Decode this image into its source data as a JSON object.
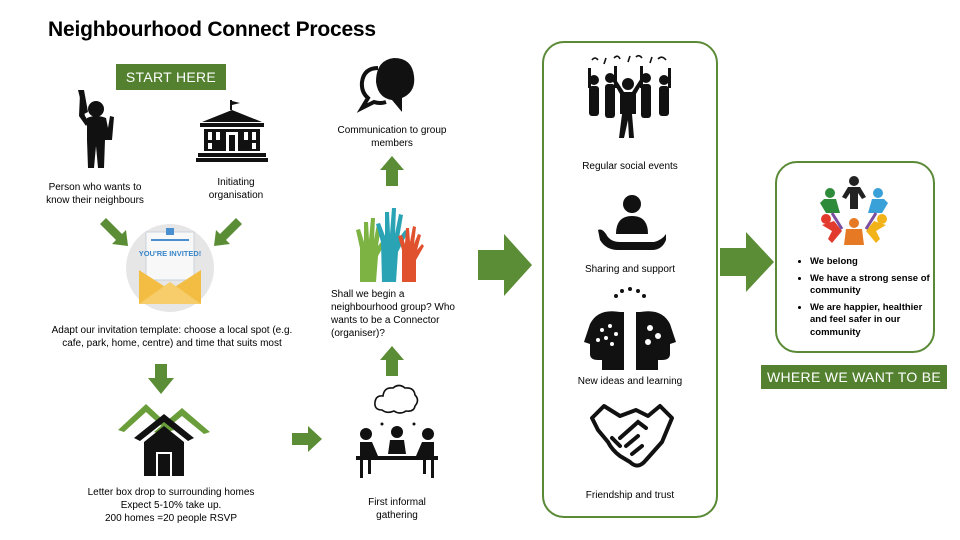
{
  "title": "Neighbourhood Connect Process",
  "start_badge": "START HERE",
  "end_badge": "WHERE WE WANT TO BE",
  "steps": {
    "person": "Person who wants to know their neighbours",
    "organisation": "Initiating organisation",
    "invite_card": "YOU'RE INVITED!",
    "adapt": "Adapt our invitation template: choose a local spot (e.g. cafe, park, home, centre) and time that suits most",
    "letterbox_1": "Letter box drop to surrounding homes",
    "letterbox_2": "Expect  5-10%  take up.",
    "letterbox_3": "200 homes =20 people RSVP",
    "gathering": "First informal gathering",
    "shall": "Shall we begin a neighbourhood group? Who wants to be a Connector (organiser)?",
    "communication": "Communication to group members"
  },
  "benefits": [
    "Regular social events",
    "Sharing and support",
    "New ideas and learning",
    "Friendship and trust"
  ],
  "outcomes": [
    "We belong",
    "We have a strong sense of community",
    "We are happier, healthier and feel safer in our community"
  ],
  "colors": {
    "green": "#53812f",
    "arrow": "#5b8d36",
    "panel_border": "#5a8a35"
  }
}
